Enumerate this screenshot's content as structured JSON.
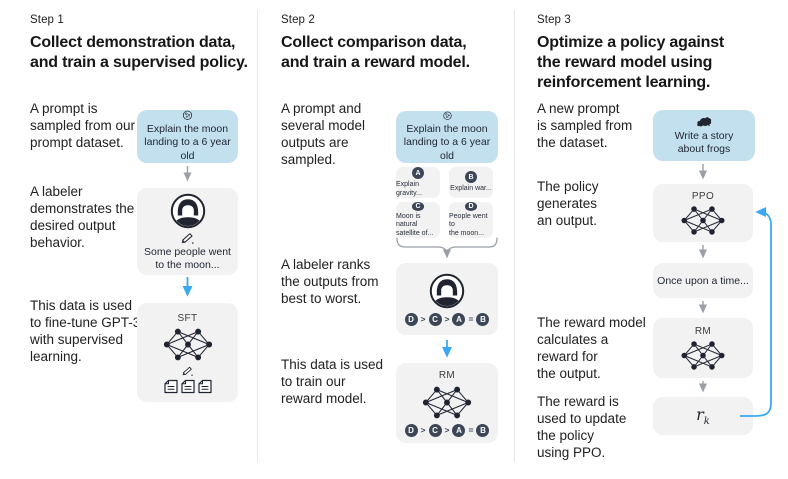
{
  "colors": {
    "prompt_box_bg": "#c3e0ef",
    "model_box_bg": "#f2f2f3",
    "arrow_blue": "#3aa9f4",
    "arrow_gray": "#9aa0a6",
    "chip_dark": "#3d4657",
    "icon_dark": "#1f2430",
    "text": "#202123",
    "divider": "#e7e7e7"
  },
  "columns": [
    {
      "step": "Step 1",
      "title": "Collect demonstration data,\nand train a supervised policy.",
      "annotations": {
        "a1": "A prompt is\nsampled from our\nprompt dataset.",
        "a2": "A labeler\ndemonstrates the\ndesired output\nbehavior.",
        "a3": "This data is used\nto fine-tune GPT-3\nwith supervised\nlearning."
      },
      "prompt_box": {
        "icon": "moon-icon",
        "label": "Explain the moon\nlanding to a 6 year old"
      },
      "labeler_box": {
        "icon": "labeler-avatar-icon",
        "output": "Some people went\nto the moon..."
      },
      "model_box": {
        "label": "SFT",
        "icon": "neural-network-icon"
      }
    },
    {
      "step": "Step 2",
      "title": "Collect comparison data,\nand train a reward model.",
      "annotations": {
        "a1": "A prompt and\nseveral model\noutputs are\nsampled.",
        "a2": "A labeler ranks\nthe outputs from\nbest to worst.",
        "a3": "This data is used\nto train our\nreward model."
      },
      "prompt_box": {
        "icon": "moon-icon",
        "label": "Explain the moon\nlanding to a 6 year old"
      },
      "outputs": [
        {
          "id": "A",
          "text": "Explain gravity..."
        },
        {
          "id": "B",
          "text": "Explain war..."
        },
        {
          "id": "C",
          "text": "Moon is natural\nsatellite of..."
        },
        {
          "id": "D",
          "text": "People went to\nthe moon..."
        }
      ],
      "ranking": {
        "chips": [
          "D",
          "C",
          "A",
          "B"
        ],
        "seps": [
          ">",
          ">",
          "="
        ]
      },
      "model_box": {
        "label": "RM",
        "icon": "neural-network-icon"
      }
    },
    {
      "step": "Step 3",
      "title": "Optimize a policy against\nthe reward model using\nreinforcement learning.",
      "annotations": {
        "a1": "A new prompt\nis sampled from\nthe dataset.",
        "a2": "The policy\ngenerates\nan output.",
        "a3": "The reward model\ncalculates a\nreward for\nthe output.",
        "a4": "The reward is\nused to update\nthe policy\nusing PPO."
      },
      "prompt_box": {
        "icon": "frog-icon",
        "label": "Write a story\nabout frogs"
      },
      "ppo_box": {
        "label": "PPO",
        "icon": "neural-network-icon"
      },
      "output_box": {
        "label": "Once upon a time..."
      },
      "rm_box": {
        "label": "RM",
        "icon": "neural-network-icon"
      },
      "reward_box": {
        "symbol": "r",
        "subscript": "k"
      }
    }
  ]
}
